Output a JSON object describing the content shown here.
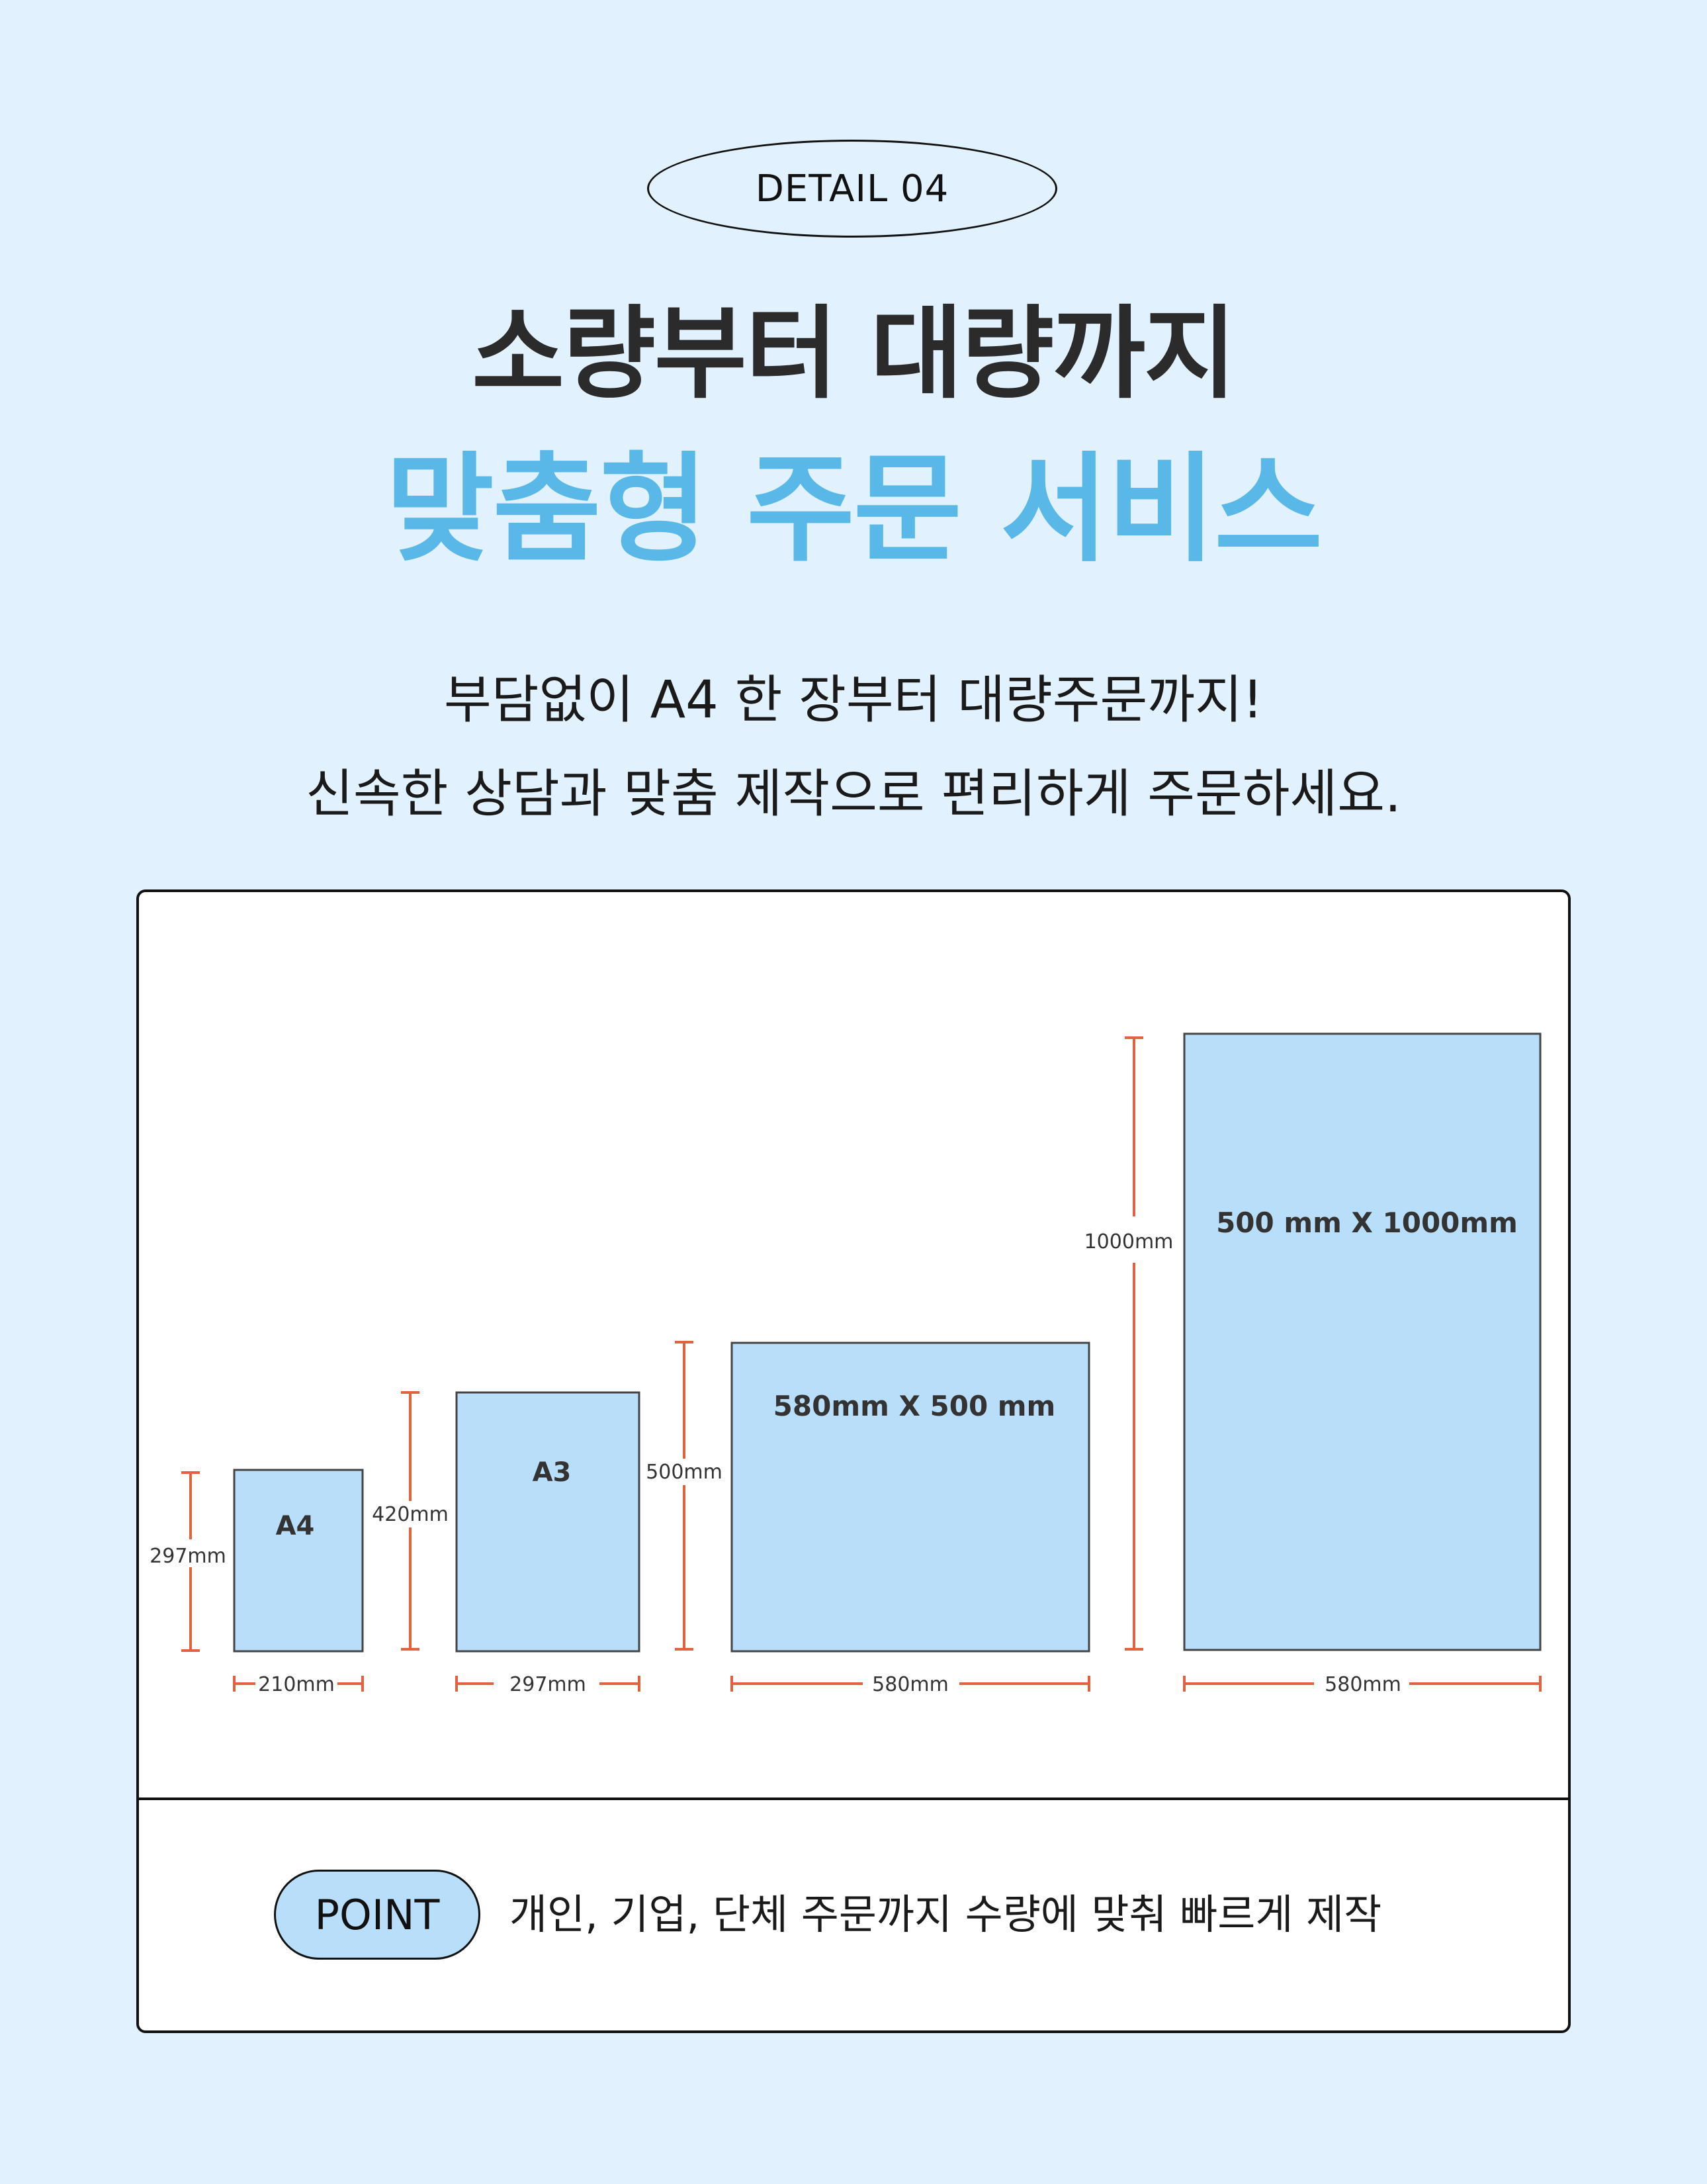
{
  "header": {
    "badge": "DETAIL 04",
    "title_line1": "소량부터 대량까지",
    "title_line2": "맞춤형 주문 서비스",
    "subtitle_line1": "부담없이 A4 한 장부터 대량주문까지!",
    "subtitle_line2": "신속한 상담과 맞춤 제작으로 편리하게 주문하세요."
  },
  "colors": {
    "background": "#e1f1fe",
    "accent_title": "#59b8e8",
    "sheet_fill": "#b9defa",
    "dimension_line": "#e0623e"
  },
  "sizes": [
    {
      "label": "A4",
      "height_label": "297mm",
      "width_label": "210mm"
    },
    {
      "label": "A3",
      "height_label": "420mm",
      "width_label": "297mm"
    },
    {
      "label": "580mm X 500 mm",
      "height_label": "500mm",
      "width_label": "580mm"
    },
    {
      "label": "500 mm X 1000mm",
      "height_label": "1000mm",
      "width_label": "580mm"
    }
  ],
  "point": {
    "badge": "POINT",
    "text": "개인, 기업, 단체 주문까지 수량에 맞춰 빠르게 제작"
  }
}
